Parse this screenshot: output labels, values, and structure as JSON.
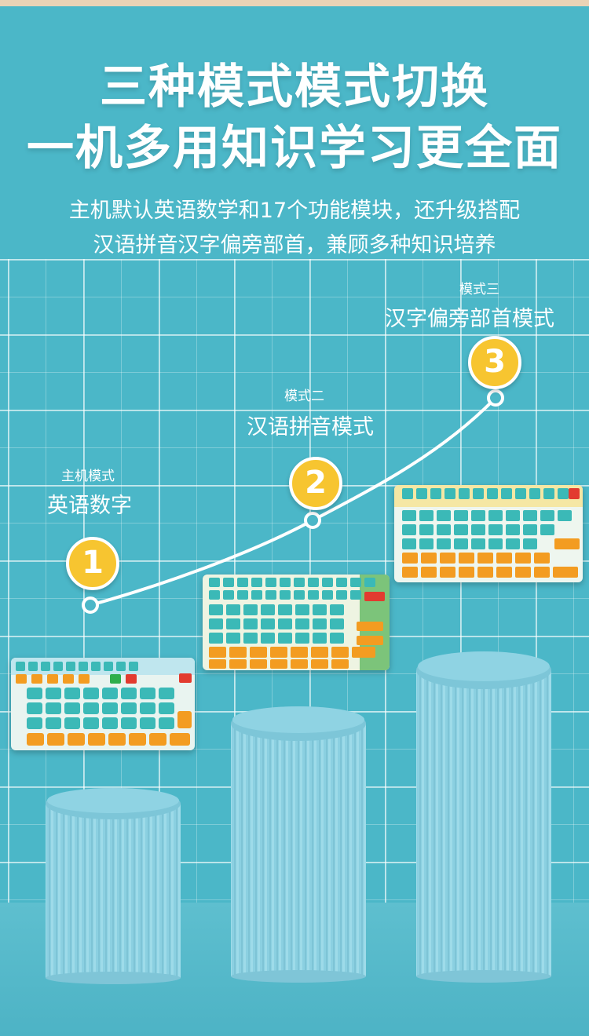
{
  "header": {
    "title_line1": "三种模式模式切换",
    "title_line2": "一机多用知识学习更全面",
    "subtitle_line1": "主机默认英语数学和17个功能模块，还升级搭配",
    "subtitle_line2": "汉语拼音汉字偏旁部首，兼顾多种知识培养"
  },
  "modes": [
    {
      "number": "1",
      "mode_label": "主机模式",
      "mode_title": "英语数字"
    },
    {
      "number": "2",
      "mode_label": "模式二",
      "mode_title": "汉语拼音模式"
    },
    {
      "number": "3",
      "mode_label": "模式三",
      "mode_title": "汉字偏旁部首模式"
    }
  ],
  "colors": {
    "background": "#4bb7c8",
    "badge": "#f7c530",
    "pedestal": "#8fd3e3",
    "key_teal": "#3bb9b7",
    "key_orange": "#f39c21"
  },
  "icons": [
    "keyboard-illustration",
    "pedestal-illustration"
  ]
}
